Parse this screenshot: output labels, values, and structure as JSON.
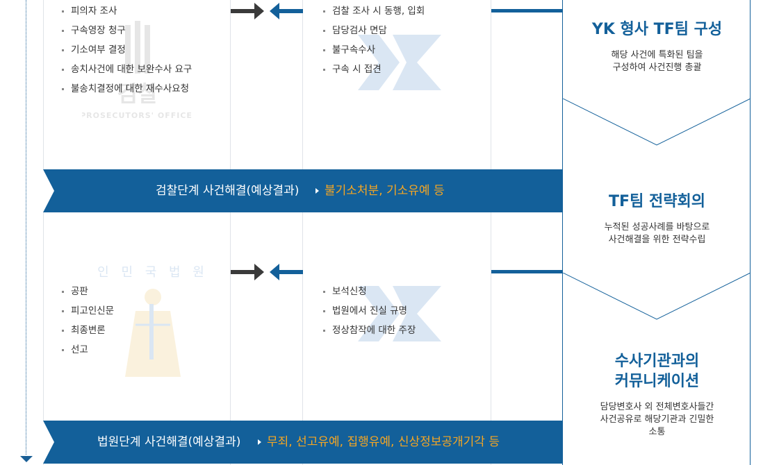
{
  "colors": {
    "brand": "#13609a",
    "accent": "#f5a623",
    "dark_arrow": "#3a3a3a"
  },
  "watermarks": {
    "prosecutors_office": "PROSECUTORS' OFFICE",
    "prosecutors_office_kr": "검찰",
    "yk": "YK",
    "court_circle": "인 민 국 법 원"
  },
  "prosecution_stage": {
    "prosecutor_actions": [
      "피의자 조사",
      "구속영장 청구",
      "기소여부 결정",
      "송치사건에 대한 보완수사 요구",
      "불송치결정에 대한 재수사요청"
    ],
    "lawyer_actions": [
      "검찰 조사 시 동행, 입회",
      "담당검사 면담",
      "불구속수사",
      "구속 시 접견"
    ],
    "result_banner": {
      "label": "검찰단계 사건해결(예상결과)",
      "result": "불기소처분, 기소유예 등"
    }
  },
  "court_stage": {
    "court_actions": [
      "공판",
      "피고인신문",
      "최종변론",
      "선고"
    ],
    "lawyer_actions": [
      "보석신청",
      "법원에서 진실 규명",
      "정상참작에 대한 주장"
    ],
    "result_banner": {
      "label": "법원단계 사건해결(예상결과)",
      "result": "무죄, 선고유예, 집행유예, 신상정보공개기각 등"
    }
  },
  "steps": [
    {
      "title": "YK 형사 TF팀 구성",
      "desc": [
        "해당 사건에 특화된 팀을",
        "구성하여 사건진행 총괄"
      ]
    },
    {
      "title": "TF팀 전략회의",
      "desc": [
        "누적된 성공사례를 바탕으로",
        "사건해결을 위한 전략수립"
      ]
    },
    {
      "title_lines": [
        "수사기관과의",
        "커뮤니케이션"
      ],
      "desc": [
        "담당변호사 외 전체변호사들간",
        "사건공유로 해당기관과 긴밀한",
        "소통"
      ]
    }
  ]
}
